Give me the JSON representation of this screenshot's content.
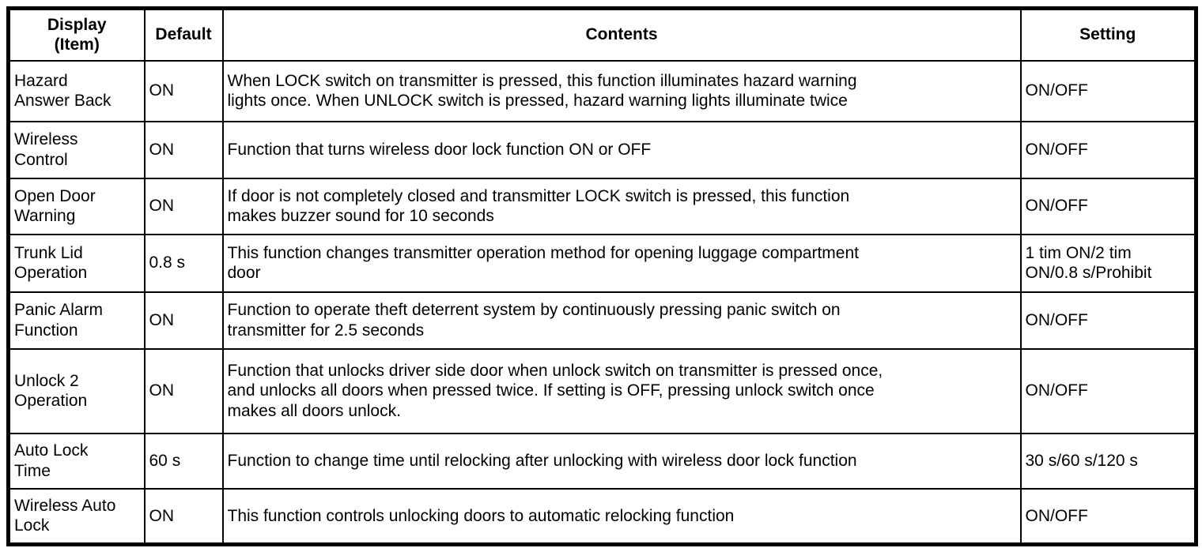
{
  "table": {
    "headers": {
      "display_item": "Display\n(Item)",
      "default": "Default",
      "contents": "Contents",
      "setting": "Setting"
    },
    "rows": [
      {
        "item": "Hazard\nAnswer Back",
        "default": "ON",
        "contents": "When LOCK switch on transmitter is pressed, this function illuminates hazard warning\nlights once. When UNLOCK switch is pressed, hazard warning lights illuminate twice",
        "setting": "ON/OFF"
      },
      {
        "item": "Wireless\nControl",
        "default": "ON",
        "contents": "Function that turns wireless door lock function ON or OFF",
        "setting": "ON/OFF"
      },
      {
        "item": "Open Door\nWarning",
        "default": "ON",
        "contents": "If door is not completely closed and transmitter LOCK switch is pressed, this function\nmakes buzzer sound for 10 seconds",
        "setting": "ON/OFF"
      },
      {
        "item": "Trunk Lid\nOperation",
        "default": "0.8 s",
        "contents": "This function changes transmitter operation method for opening luggage compartment\ndoor",
        "setting": "1 tim ON/2 tim\nON/0.8 s/Prohibit"
      },
      {
        "item": "Panic Alarm\nFunction",
        "default": "ON",
        "contents": "Function to operate theft deterrent system by continuously pressing panic switch on\ntransmitter for 2.5 seconds",
        "setting": "ON/OFF"
      },
      {
        "item": "Unlock 2\nOperation",
        "default": "ON",
        "contents": "Function that unlocks driver side door when unlock switch on transmitter is pressed once,\nand unlocks all doors when pressed twice. If setting is OFF, pressing unlock switch once\nmakes all doors unlock.",
        "setting": "ON/OFF"
      },
      {
        "item": "Auto Lock\nTime",
        "default": "60 s",
        "contents": "Function to change time until relocking after unlocking with wireless door lock function",
        "setting": "30 s/60 s/120 s"
      },
      {
        "item": "Wireless Auto\nLock",
        "default": "ON",
        "contents": "This function controls unlocking doors to automatic relocking function",
        "setting": "ON/OFF"
      }
    ]
  }
}
